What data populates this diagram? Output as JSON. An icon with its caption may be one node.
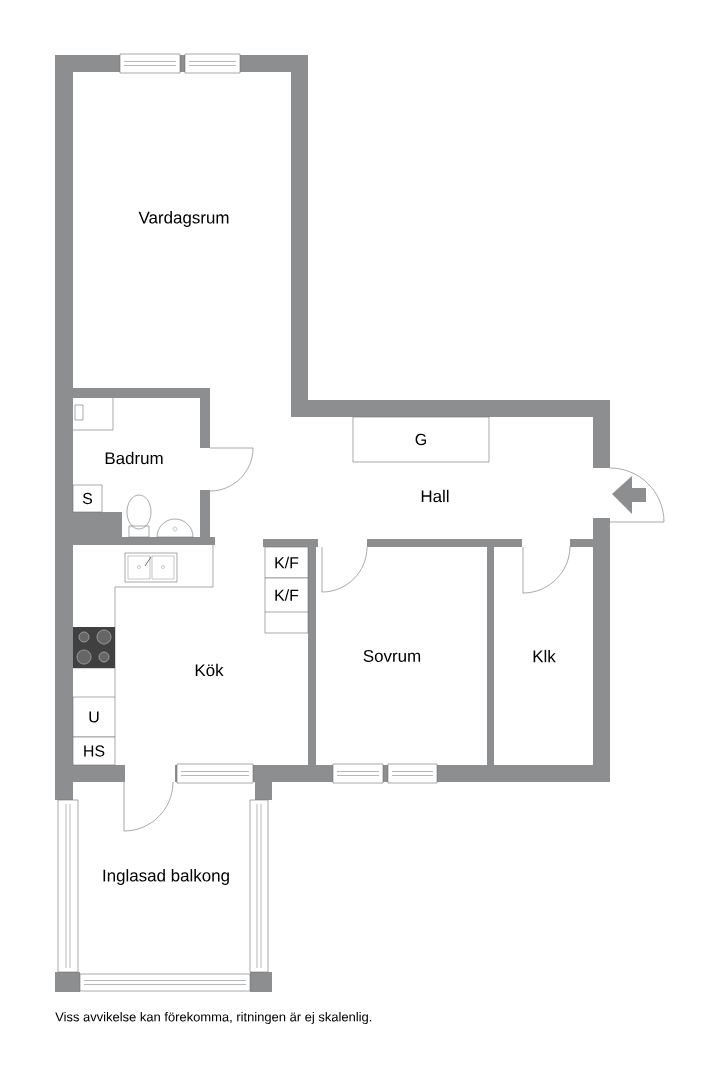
{
  "diagram": {
    "caption": "Viss avvikelse kan förekomma, ritningen är ej skalenlig.",
    "nodes": [
      {
        "text": [
          "Vardagsrum"
        ]
      },
      {
        "text": [
          "Badrum"
        ]
      },
      {
        "text": [
          "S"
        ]
      },
      {
        "text": [
          "Hall"
        ]
      },
      {
        "text": [
          "G"
        ]
      },
      {
        "text": [
          "Kök"
        ]
      },
      {
        "text": [
          "K/F"
        ]
      },
      {
        "text": [
          "K/F"
        ]
      },
      {
        "text": [
          "U"
        ]
      },
      {
        "text": [
          "HS"
        ]
      },
      {
        "text": [
          "Sovrum"
        ]
      },
      {
        "text": [
          "Klk"
        ]
      },
      {
        "text": [
          "Inglasad balkong"
        ]
      }
    ]
  }
}
